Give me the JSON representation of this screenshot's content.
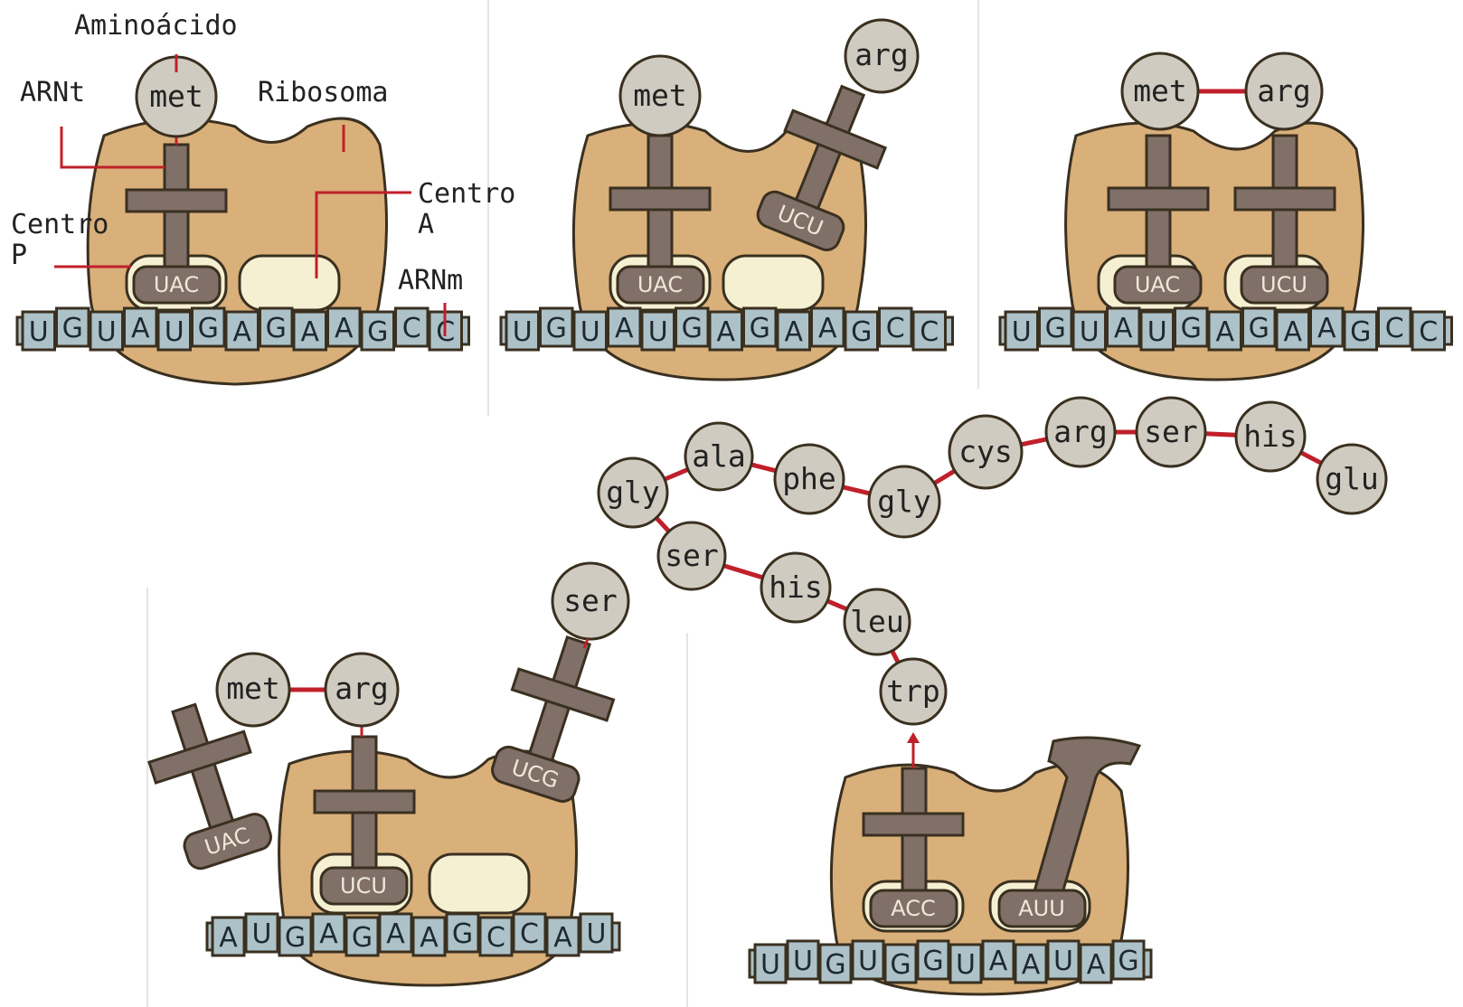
{
  "labels": {
    "aminoacid": "Aminoácido",
    "trna": "ARNt",
    "ribosome": "Ribosoma",
    "p_site": [
      "Centro",
      "P"
    ],
    "a_site": [
      "Centro",
      "A"
    ],
    "mrna": "ARNm"
  },
  "panels": [
    {
      "mrna": [
        "U",
        "G",
        "U",
        "A",
        "U",
        "G",
        "A",
        "G",
        "A",
        "A",
        "G",
        "C",
        "C"
      ],
      "anticodons": [
        "UAC"
      ],
      "amino_acids": [
        "met"
      ]
    },
    {
      "mrna": [
        "U",
        "G",
        "U",
        "A",
        "U",
        "G",
        "A",
        "G",
        "A",
        "A",
        "G",
        "C",
        "C"
      ],
      "anticodons": [
        "UAC",
        "UCU"
      ],
      "amino_acids": [
        "met",
        "arg"
      ]
    },
    {
      "mrna": [
        "U",
        "G",
        "U",
        "A",
        "U",
        "G",
        "A",
        "G",
        "A",
        "A",
        "G",
        "C",
        "C"
      ],
      "anticodons": [
        "UAC",
        "UCU"
      ],
      "amino_acids": [
        "met",
        "arg"
      ]
    },
    {
      "mrna": [
        "A",
        "U",
        "G",
        "A",
        "G",
        "A",
        "A",
        "G",
        "C",
        "C",
        "A",
        "U"
      ],
      "anticodons": [
        "UAC",
        "UCU",
        "UCG"
      ],
      "amino_acids": [
        "met",
        "arg",
        "ser"
      ]
    },
    {
      "mrna": [
        "U",
        "U",
        "G",
        "U",
        "G",
        "G",
        "U",
        "A",
        "A",
        "U",
        "A",
        "G"
      ],
      "anticodons": [
        "ACC",
        "AUU"
      ],
      "amino_acids": [
        "trp"
      ]
    }
  ],
  "polypeptide": [
    "trp",
    "leu",
    "his",
    "ser",
    "gly",
    "ala",
    "phe",
    "gly",
    "cys",
    "arg",
    "ser",
    "his",
    "glu"
  ],
  "colors": {
    "ribosome": "#d9b07a",
    "site": "#f6f0d2",
    "trna": "#807068",
    "amino": "#cfcbc0",
    "mrna": "#adc2c8",
    "bond": "#c0202a",
    "line": "#c0202a"
  }
}
